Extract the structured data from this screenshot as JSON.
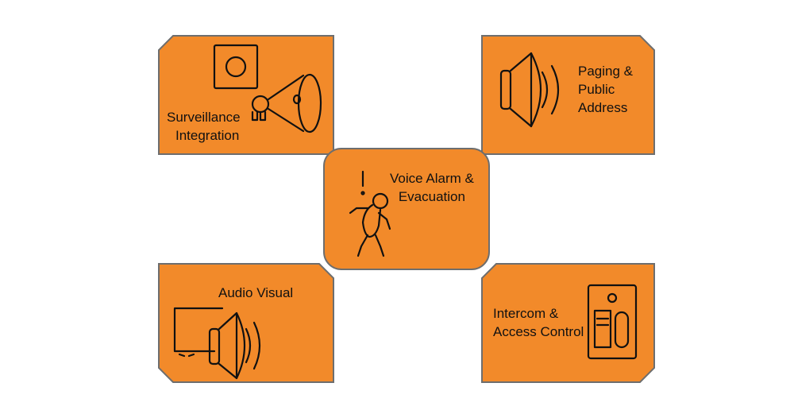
{
  "colors": {
    "tile_fill": "#F28A2A",
    "tile_border": "#6E6E6E",
    "icon_stroke": "#111111"
  },
  "tiles": {
    "surveillance": {
      "label_line1": "Surveillance",
      "label_line2": "Integration",
      "icons": [
        "camera-icon",
        "megaphone-icon"
      ]
    },
    "paging": {
      "label_line1": "Paging &",
      "label_line2": "Public",
      "label_line3": "Address",
      "icons": [
        "speaker-icon"
      ]
    },
    "voice_alarm": {
      "label_line1": "Voice Alarm &",
      "label_line2": "Evacuation",
      "icons": [
        "running-person-icon"
      ]
    },
    "audio_visual": {
      "label_line1": "Audio Visual",
      "icons": [
        "display-icon",
        "speaker-icon"
      ]
    },
    "intercom": {
      "label_line1": "Intercom &",
      "label_line2": "Access Control",
      "icons": [
        "intercom-panel-icon"
      ]
    }
  }
}
